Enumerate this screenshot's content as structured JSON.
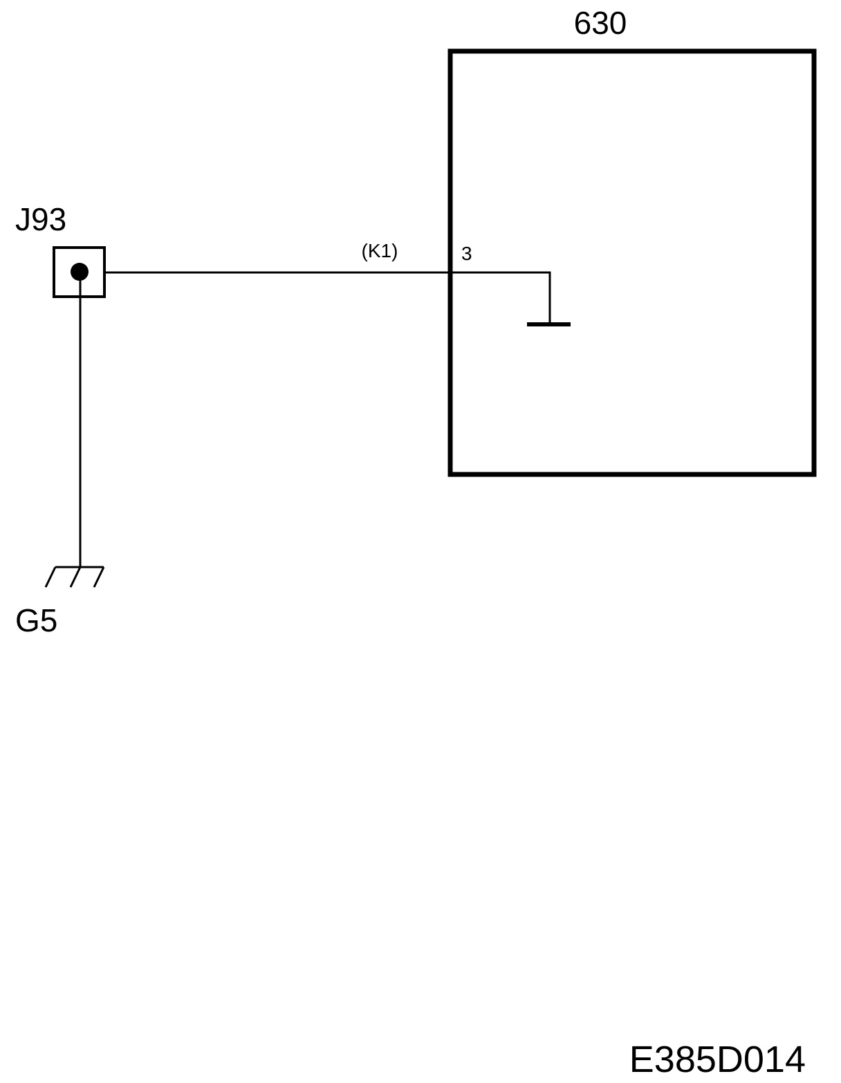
{
  "component": {
    "id": "630",
    "pin": "3"
  },
  "connector": {
    "id": "J93"
  },
  "wire": {
    "label": "(K1)"
  },
  "ground": {
    "id": "G5"
  },
  "figure": {
    "code": "E385D014"
  },
  "colors": {
    "ink": "#000000",
    "background": "#ffffff"
  }
}
